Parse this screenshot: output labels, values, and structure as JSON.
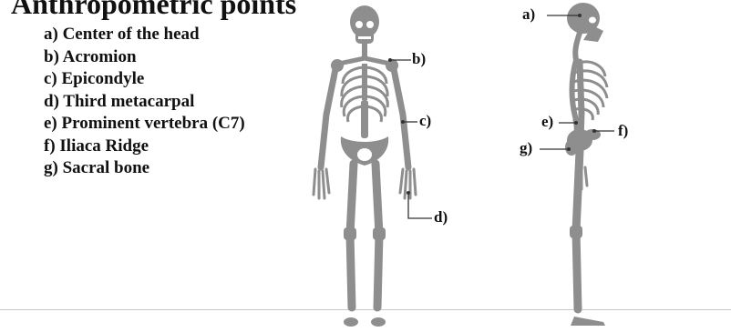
{
  "title": "Anthropometric points",
  "legend": [
    "a) Center of the head",
    "b) Acromion",
    "c) Epicondyle",
    "d) Third metacarpal",
    "e) Prominent vertebra (C7)",
    "f) Iliaca Ridge",
    "g) Sacral bone"
  ],
  "callouts": {
    "a": "a)",
    "b": "b)",
    "c": "c)",
    "d": "d)",
    "e": "e)",
    "f": "f)",
    "g": "g)"
  },
  "colors": {
    "bone": "#8e8e8e",
    "bone_dark": "#6f6f6f",
    "leader": "#333333",
    "text": "#111111",
    "ground": "#c8c8c8"
  }
}
